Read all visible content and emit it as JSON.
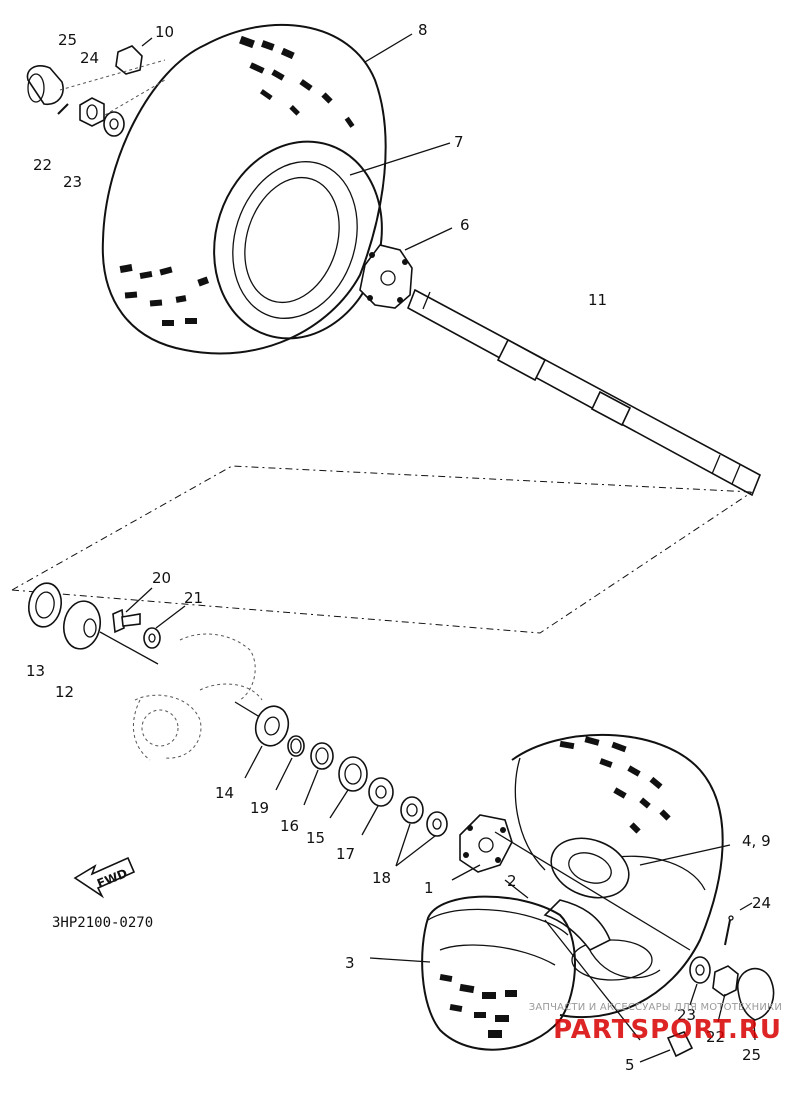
{
  "callouts": [
    {
      "id": "c25a",
      "text": "25"
    },
    {
      "id": "c24a",
      "text": "24"
    },
    {
      "id": "c10",
      "text": "10"
    },
    {
      "id": "c8",
      "text": "8"
    },
    {
      "id": "c7",
      "text": "7"
    },
    {
      "id": "c6",
      "text": "6"
    },
    {
      "id": "c11",
      "text": "11"
    },
    {
      "id": "c22a",
      "text": "22"
    },
    {
      "id": "c23a",
      "text": "23"
    },
    {
      "id": "c20",
      "text": "20"
    },
    {
      "id": "c21",
      "text": "21"
    },
    {
      "id": "c13",
      "text": "13"
    },
    {
      "id": "c12",
      "text": "12"
    },
    {
      "id": "c14",
      "text": "14"
    },
    {
      "id": "c19",
      "text": "19"
    },
    {
      "id": "c16",
      "text": "16"
    },
    {
      "id": "c15",
      "text": "15"
    },
    {
      "id": "c17",
      "text": "17"
    },
    {
      "id": "c18",
      "text": "18"
    },
    {
      "id": "c1",
      "text": "1"
    },
    {
      "id": "c2",
      "text": "2"
    },
    {
      "id": "c49",
      "text": "4, 9"
    },
    {
      "id": "c24b",
      "text": "24"
    },
    {
      "id": "c3",
      "text": "3"
    },
    {
      "id": "c23b",
      "text": "23"
    },
    {
      "id": "c22b",
      "text": "22"
    },
    {
      "id": "c25b",
      "text": "25"
    },
    {
      "id": "c5",
      "text": "5"
    }
  ],
  "fwd_label": "FWD",
  "diagram_code": "3HP2100-0270",
  "watermark": {
    "caption": "ЗАПЧАСТИ И АКСЕССУАРЫ ДЛЯ МОТОТЕХНИКИ",
    "brand": "PARTSPORT.RU"
  },
  "colors": {
    "ink": "#111111",
    "watermark_red": "#d90000",
    "watermark_grey": "#9a9a9a"
  }
}
